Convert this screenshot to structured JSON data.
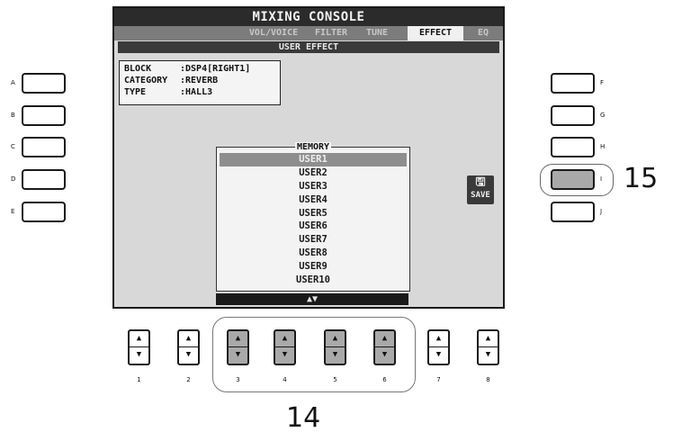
{
  "screen": {
    "title": "MIXING CONSOLE",
    "tabs": [
      {
        "label": "VOL/VOICE",
        "active": false
      },
      {
        "label": "FILTER",
        "active": false
      },
      {
        "label": "TUNE",
        "active": false
      },
      {
        "label": "EFFECT",
        "active": true
      },
      {
        "label": "EQ",
        "active": false
      }
    ],
    "subtitle": "USER EFFECT",
    "info": {
      "block_key": "BLOCK",
      "block_value": ":DSP4[RIGHT1]",
      "category_key": "CATEGORY",
      "category_value": ":REVERB",
      "type_key": "TYPE",
      "type_value": ":HALL3"
    },
    "memory": {
      "title": "MEMORY",
      "items": [
        "USER1",
        "USER2",
        "USER3",
        "USER4",
        "USER5",
        "USER6",
        "USER7",
        "USER8",
        "USER9",
        "USER10"
      ],
      "selected_index": 0,
      "scroll_arrows": "▲▼"
    },
    "save_label": "SAVE",
    "save_icon": "floppy-disk-icon"
  },
  "left_buttons": [
    {
      "label": "A"
    },
    {
      "label": "B"
    },
    {
      "label": "C"
    },
    {
      "label": "D"
    },
    {
      "label": "E"
    }
  ],
  "right_buttons": [
    {
      "label": "F"
    },
    {
      "label": "G"
    },
    {
      "label": "H"
    },
    {
      "label": "I"
    },
    {
      "label": "J"
    }
  ],
  "bottom_buttons": [
    {
      "label": "1"
    },
    {
      "label": "2"
    },
    {
      "label": "3"
    },
    {
      "label": "4"
    },
    {
      "label": "5"
    },
    {
      "label": "6"
    },
    {
      "label": "7"
    },
    {
      "label": "8"
    }
  ],
  "arrow_up": "▲",
  "arrow_down": "▼",
  "callouts": {
    "right": "15",
    "bottom": "14"
  },
  "colors": {
    "highlight": "#a9a9a9",
    "lcd_bg": "#d8d8d8",
    "title_bg": "#2b2b2b"
  }
}
